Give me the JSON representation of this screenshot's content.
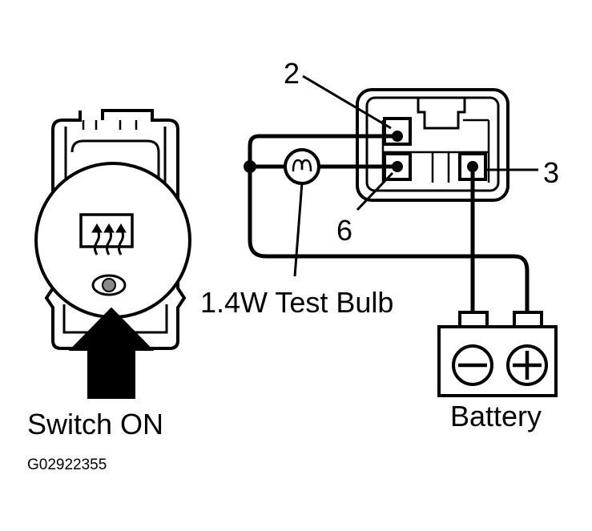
{
  "labels": {
    "pin_2": "2",
    "pin_3": "3",
    "pin_6": "6",
    "test_bulb": "1.4W Test Bulb",
    "switch_on": "Switch ON",
    "battery": "Battery",
    "figure_code": "G02922355"
  },
  "icons": {
    "switch_symbol": "rear-defogger-heat-waves-icon",
    "press_arrow": "press-arrow-icon",
    "battery_negative": "minus-icon",
    "battery_positive": "plus-icon"
  }
}
